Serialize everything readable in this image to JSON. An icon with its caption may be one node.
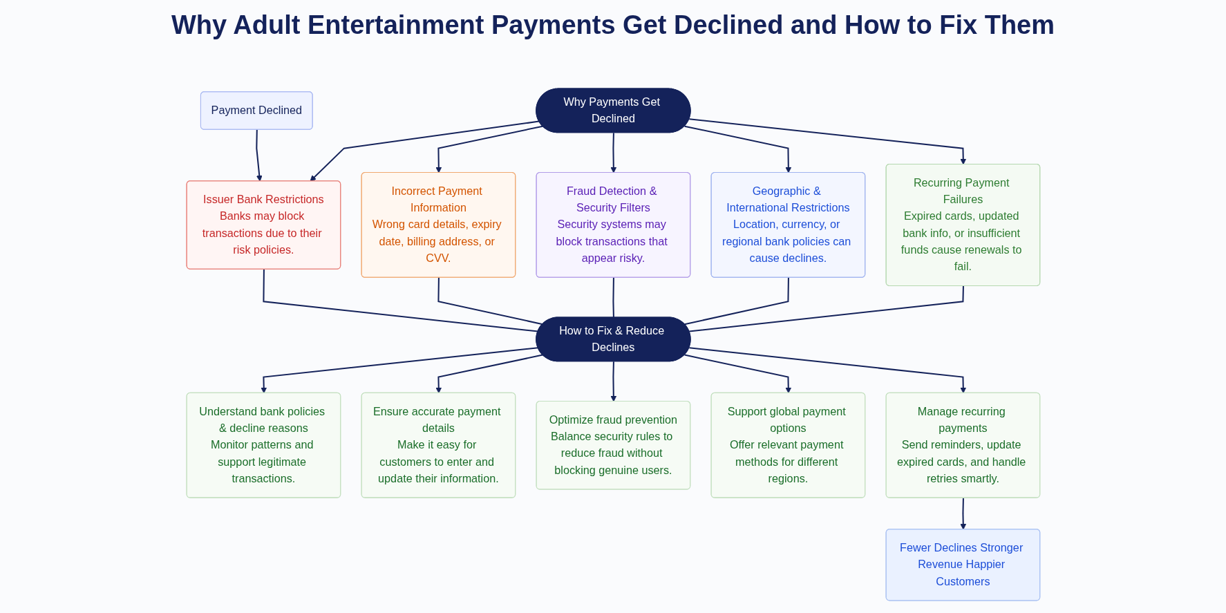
{
  "diagram": {
    "title": "Why Adult Entertainment Payments Get Declined and How to Fix Them",
    "nodes": [
      {
        "text": [
          "Payment Declined"
        ]
      },
      {
        "text": [
          "Why Payments Get Declined"
        ]
      },
      {
        "text": [
          "Issuer Bank Restrictions",
          "Banks may block transactions due to their risk policies."
        ]
      },
      {
        "text": [
          "Incorrect Payment Information",
          "Wrong card details, expiry date, billing address, or CVV."
        ]
      },
      {
        "text": [
          "Fraud Detection & Security Filters",
          "Security systems may block transactions that appear risky."
        ]
      },
      {
        "text": [
          "Geographic & International Restrictions",
          "Location, currency, or regional bank policies can cause declines."
        ]
      },
      {
        "text": [
          "Recurring Payment Failures",
          "Expired cards, updated bank info, or insufficient funds cause renewals to fail."
        ]
      },
      {
        "text": [
          "How to Fix & Reduce Declines"
        ]
      },
      {
        "text": [
          "Understand bank policies & decline reasons",
          "Monitor patterns and support legitimate transactions."
        ]
      },
      {
        "text": [
          "Ensure accurate payment details",
          "Make it easy for customers to enter and update their information."
        ]
      },
      {
        "text": [
          "Optimize fraud prevention",
          "Balance security rules to reduce fraud without blocking genuine users."
        ]
      },
      {
        "text": [
          "Support global payment options",
          "Offer relevant payment methods for different regions."
        ]
      },
      {
        "text": [
          "Manage recurring payments",
          "Send reminders, update expired cards, and handle retries smartly."
        ]
      },
      {
        "text": [
          "Fewer Declines Stronger Revenue Happier Customers"
        ]
      }
    ],
    "edges": [
      {
        "from": 0,
        "to": 2,
        "arrow": "to"
      },
      {
        "from": 1,
        "to": 2,
        "arrow": "to"
      },
      {
        "from": 1,
        "to": 3,
        "arrow": "to"
      },
      {
        "from": 1,
        "to": 4,
        "arrow": "to"
      },
      {
        "from": 1,
        "to": 5,
        "arrow": "to"
      },
      {
        "from": 1,
        "to": 6,
        "arrow": "to"
      },
      {
        "from": 2,
        "to": 7,
        "arrow": "none"
      },
      {
        "from": 3,
        "to": 7,
        "arrow": "none"
      },
      {
        "from": 4,
        "to": 7,
        "arrow": "none"
      },
      {
        "from": 5,
        "to": 7,
        "arrow": "none"
      },
      {
        "from": 6,
        "to": 7,
        "arrow": "none"
      },
      {
        "from": 7,
        "to": 8,
        "arrow": "to"
      },
      {
        "from": 7,
        "to": 9,
        "arrow": "to"
      },
      {
        "from": 7,
        "to": 10,
        "arrow": "to"
      },
      {
        "from": 7,
        "to": 11,
        "arrow": "to"
      },
      {
        "from": 7,
        "to": 12,
        "arrow": "to"
      },
      {
        "from": 12,
        "to": 13,
        "arrow": "to"
      }
    ]
  }
}
